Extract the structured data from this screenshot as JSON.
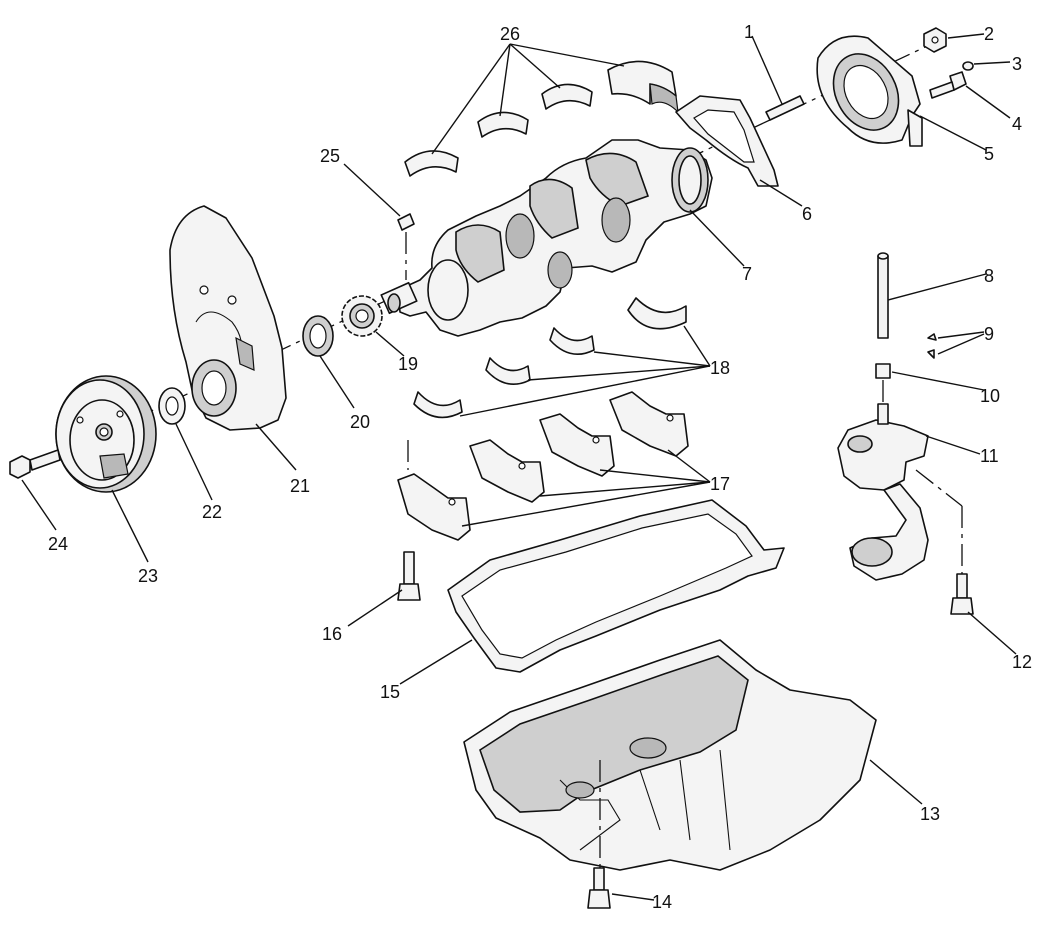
{
  "figure": {
    "callouts": {
      "c1": "1",
      "c2": "2",
      "c3": "3",
      "c4": "4",
      "c5": "5",
      "c6": "6",
      "c7": "7",
      "c8": "8",
      "c9": "9",
      "c10": "10",
      "c11": "11",
      "c12": "12",
      "c13": "13",
      "c14": "14",
      "c15": "15",
      "c16": "16",
      "c17": "17",
      "c18": "18",
      "c19": "19",
      "c20": "20",
      "c21": "21",
      "c22": "22",
      "c23": "23",
      "c24": "24",
      "c25": "25",
      "c26": "26"
    }
  }
}
